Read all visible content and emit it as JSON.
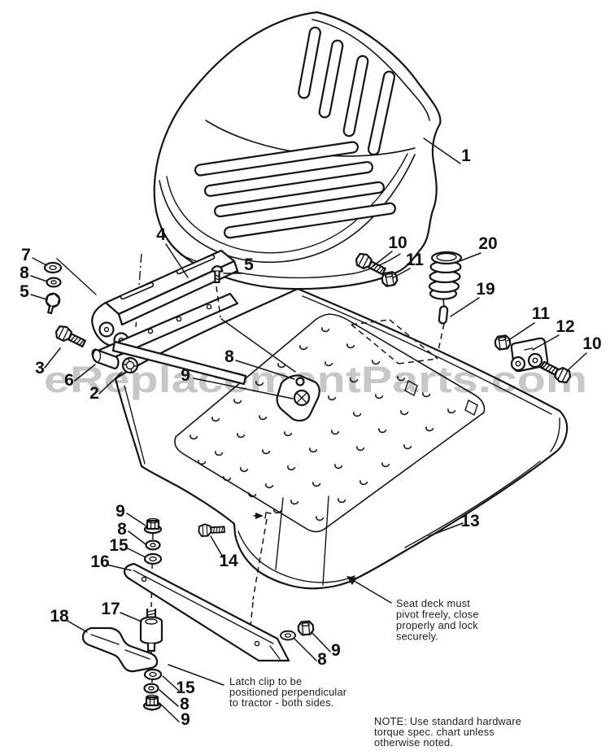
{
  "page": {
    "background": "#ffffff"
  },
  "watermark": {
    "text": "eReplacementParts.com",
    "color": "#c7c7c7"
  },
  "diagram": {
    "description": "Tractor seat assembly exploded parts diagram",
    "callouts": [
      {
        "label": "1"
      },
      {
        "label": "4"
      },
      {
        "label": "7"
      },
      {
        "label": "8"
      },
      {
        "label": "5"
      },
      {
        "label": "5"
      },
      {
        "label": "10"
      },
      {
        "label": "11"
      },
      {
        "label": "20"
      },
      {
        "label": "19"
      },
      {
        "label": "11"
      },
      {
        "label": "12"
      },
      {
        "label": "10"
      },
      {
        "label": "3"
      },
      {
        "label": "6"
      },
      {
        "label": "2"
      },
      {
        "label": "8"
      },
      {
        "label": "9"
      },
      {
        "label": "13"
      },
      {
        "label": "9"
      },
      {
        "label": "8"
      },
      {
        "label": "15"
      },
      {
        "label": "16"
      },
      {
        "label": "17"
      },
      {
        "label": "18"
      },
      {
        "label": "14"
      },
      {
        "label": "8"
      },
      {
        "label": "9"
      },
      {
        "label": "15"
      },
      {
        "label": "8"
      },
      {
        "label": "9"
      }
    ],
    "notes": [
      {
        "id": "seat-deck-note",
        "lines": [
          "Seat deck must",
          "pivot freely, close",
          "properly and lock",
          "securely."
        ]
      },
      {
        "id": "latch-clip-note",
        "lines": [
          "Latch clip to be",
          "positioned perpendicular",
          "to tractor - both sides."
        ]
      },
      {
        "id": "torque-note",
        "lines": [
          "NOTE: Use standard hardware",
          "torque spec. chart unless",
          "otherwise noted."
        ]
      }
    ],
    "colors": {
      "line": "#141414",
      "watermark": "#c7c7c7",
      "label": "#111111",
      "note": "#1c1c1c"
    }
  }
}
